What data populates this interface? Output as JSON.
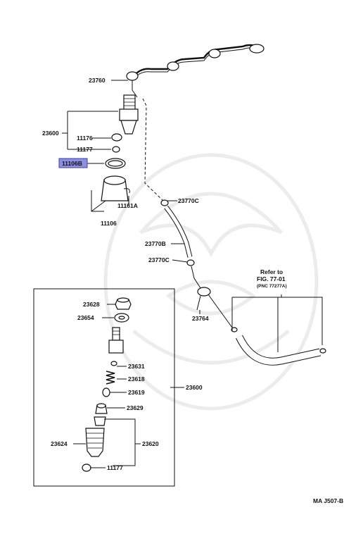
{
  "labels": {
    "p23760": "23760",
    "p23600_top": "23600",
    "p11176": "11176",
    "p11177_top": "11177",
    "p11106B": "11106B",
    "p11161A": "11161A",
    "p11106": "11106",
    "p23770C_a": "23770C",
    "p23770B": "23770B",
    "p23770C_b": "23770C",
    "p23764": "23764",
    "p23628": "23628",
    "p23654": "23654",
    "p23631": "23631",
    "p23618": "23618",
    "p23619": "23619",
    "p23629": "23629",
    "p23600_box": "23600",
    "p23624": "23624",
    "p23620": "23620",
    "p11177_bottom": "11177"
  },
  "refer": {
    "line1": "Refer to",
    "line2": "FIG. 77-01",
    "line3": "(PNC 77277A)"
  },
  "code": "MA J507-B",
  "colors": {
    "highlight": "#8e8fe0",
    "ink": "#111111"
  }
}
